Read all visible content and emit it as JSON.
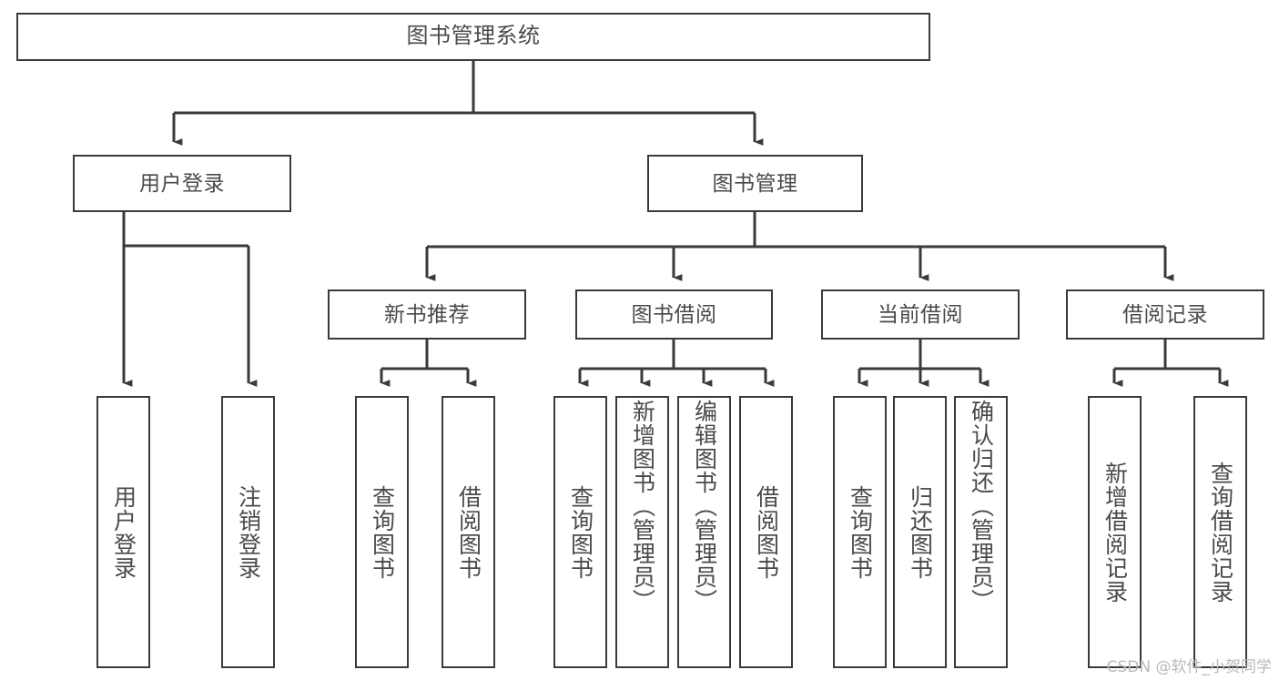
{
  "diagram": {
    "title": "图书管理系统",
    "type": "hierarchy-tree",
    "levels": 4,
    "root": {
      "id": "root",
      "label": "图书管理系统",
      "orientation": "horizontal"
    },
    "level2": [
      {
        "id": "user-login",
        "label": "用户登录",
        "orientation": "horizontal"
      },
      {
        "id": "book-manage",
        "label": "图书管理",
        "orientation": "horizontal"
      }
    ],
    "level3": [
      {
        "id": "new-book-recommend",
        "label": "新书推荐",
        "orientation": "horizontal",
        "parent": "book-manage"
      },
      {
        "id": "book-borrow",
        "label": "图书借阅",
        "orientation": "horizontal",
        "parent": "book-manage"
      },
      {
        "id": "current-borrow",
        "label": "当前借阅",
        "orientation": "horizontal",
        "parent": "book-manage"
      },
      {
        "id": "borrow-record",
        "label": "借阅记录",
        "orientation": "horizontal",
        "parent": "book-manage"
      }
    ],
    "leaves": [
      {
        "id": "leaf-user-login",
        "label": "用户登录",
        "parent": "user-login",
        "orientation": "vertical"
      },
      {
        "id": "leaf-user-logout",
        "label": "注销登录",
        "parent": "user-login",
        "orientation": "vertical"
      },
      {
        "id": "leaf-query-book-1",
        "label": "查询图书",
        "parent": "new-book-recommend",
        "orientation": "vertical"
      },
      {
        "id": "leaf-borrow-book-1",
        "label": "借阅图书",
        "parent": "new-book-recommend",
        "orientation": "vertical"
      },
      {
        "id": "leaf-query-book-2",
        "label": "查询图书",
        "parent": "book-borrow",
        "orientation": "vertical"
      },
      {
        "id": "leaf-add-book",
        "label": "新增图书（管理员）",
        "parent": "book-borrow",
        "orientation": "vertical"
      },
      {
        "id": "leaf-edit-book",
        "label": "编辑图书（管理员）",
        "parent": "book-borrow",
        "orientation": "vertical"
      },
      {
        "id": "leaf-borrow-book-2",
        "label": "借阅图书",
        "parent": "book-borrow",
        "orientation": "vertical"
      },
      {
        "id": "leaf-query-book-3",
        "label": "查询图书",
        "parent": "current-borrow",
        "orientation": "vertical"
      },
      {
        "id": "leaf-return-book",
        "label": "归还图书",
        "parent": "current-borrow",
        "orientation": "vertical"
      },
      {
        "id": "leaf-confirm-return",
        "label": "确认归还（管理员）",
        "parent": "current-borrow",
        "orientation": "vertical"
      },
      {
        "id": "leaf-add-record",
        "label": "新增借阅记录",
        "parent": "borrow-record",
        "orientation": "vertical"
      },
      {
        "id": "leaf-query-record",
        "label": "查询借阅记录",
        "parent": "borrow-record",
        "orientation": "vertical"
      }
    ],
    "watermark": "CSDN @软件_小贺同学",
    "colors": {
      "stroke": "#3a3a3a",
      "text": "#4a4a4a",
      "background": "#ffffff",
      "watermark": "#b9b9b9"
    }
  }
}
